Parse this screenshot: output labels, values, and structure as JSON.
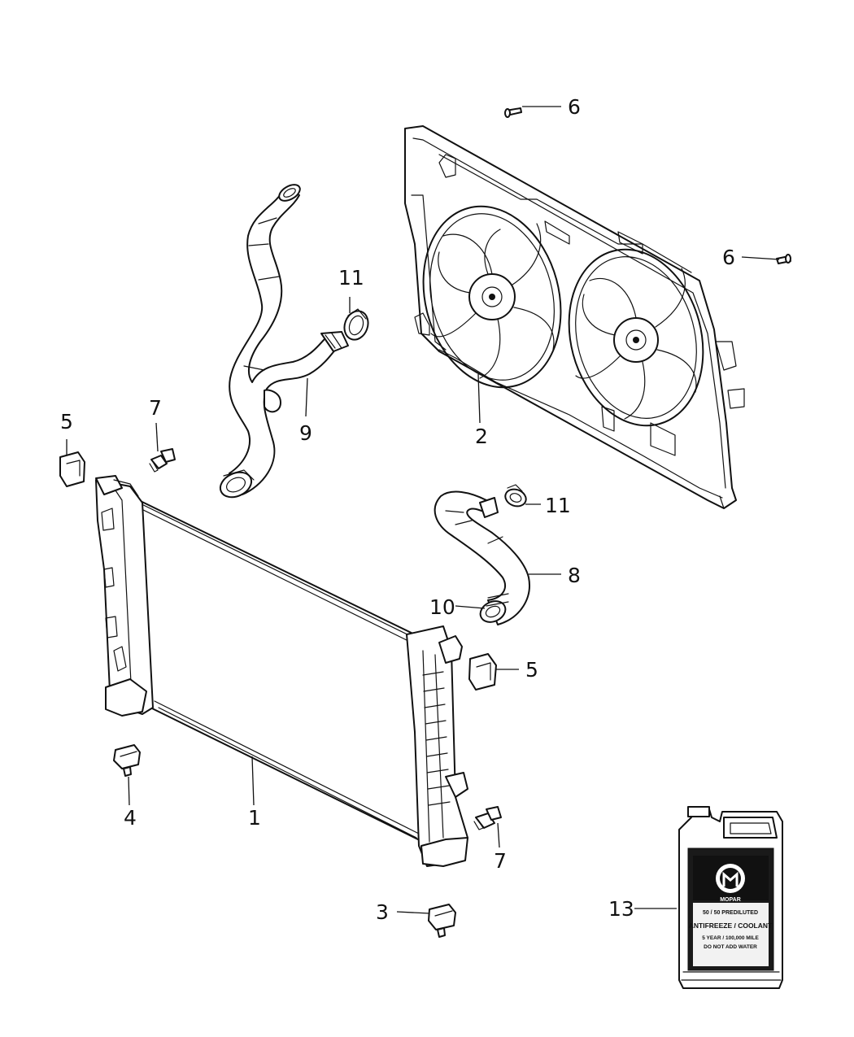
{
  "callouts": {
    "c1": "1",
    "c2": "2",
    "c3": "3",
    "c4": "4",
    "c5a": "5",
    "c5b": "5",
    "c6a": "6",
    "c6b": "6",
    "c7a": "7",
    "c7b": "7",
    "c8": "8",
    "c9": "9",
    "c10": "10",
    "c11a": "11",
    "c11b": "11",
    "c13": "13"
  },
  "coolant_jug": {
    "brand": "MOPAR",
    "line1": "50 / 50 PREDILUTED",
    "line2": "ANTIFREEZE / COOLANT",
    "line3": "5 YEAR / 100,000 MILE",
    "line4": "DO NOT ADD WATER"
  }
}
